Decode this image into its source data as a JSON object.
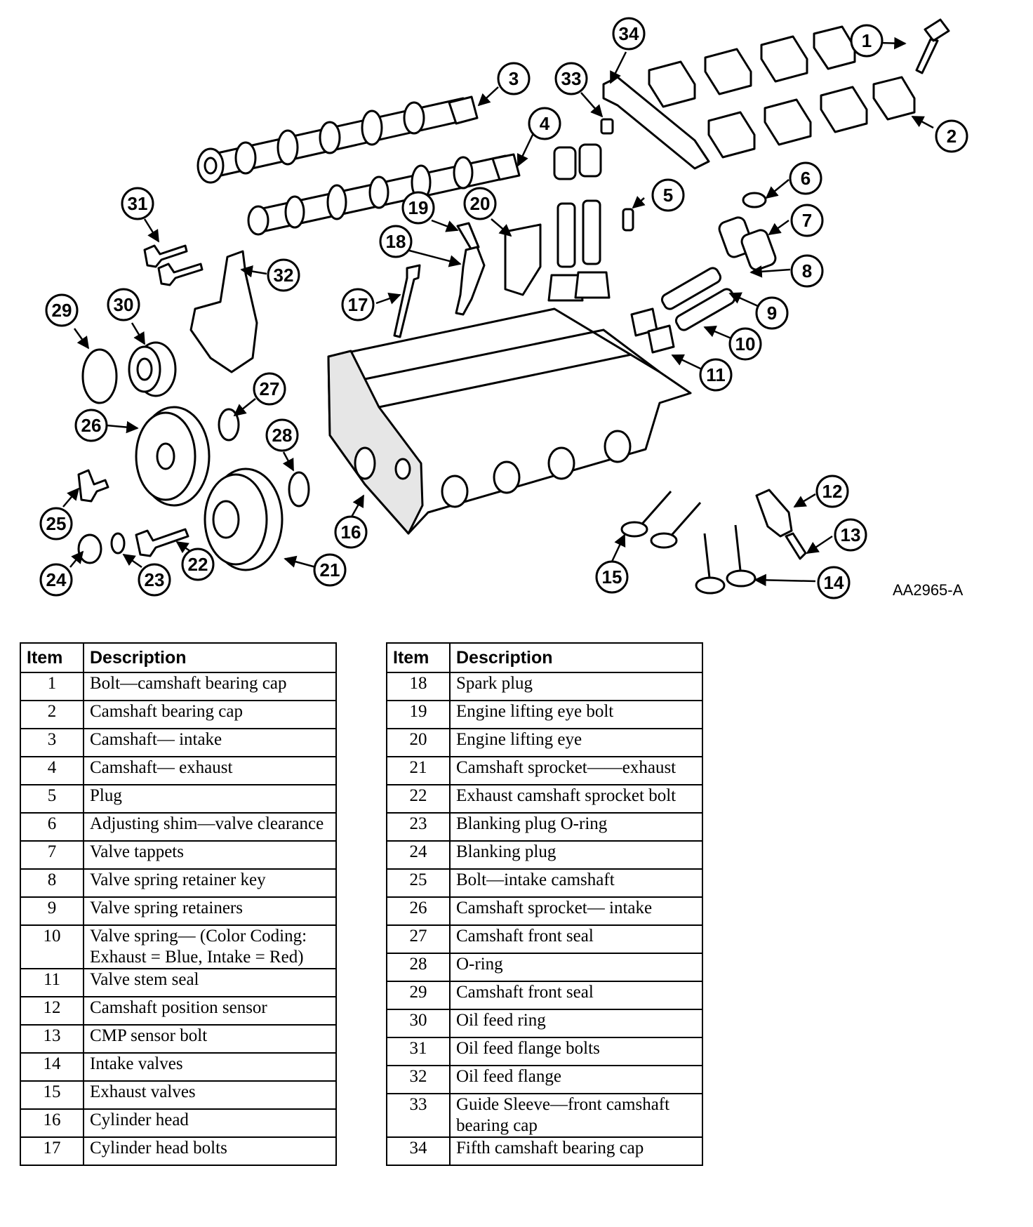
{
  "figure_code": "AA2965-A",
  "tables": {
    "left": {
      "headers": [
        "Item",
        "Description"
      ],
      "rows": [
        {
          "item": "1",
          "desc": "Bolt—camshaft bearing cap"
        },
        {
          "item": "2",
          "desc": "Camshaft bearing cap"
        },
        {
          "item": "3",
          "desc": "Camshaft— intake"
        },
        {
          "item": "4",
          "desc": "Camshaft— exhaust"
        },
        {
          "item": "5",
          "desc": "Plug"
        },
        {
          "item": "6",
          "desc": "Adjusting shim—valve clearance"
        },
        {
          "item": "7",
          "desc": "Valve tappets"
        },
        {
          "item": "8",
          "desc": "Valve spring retainer key"
        },
        {
          "item": "9",
          "desc": "Valve spring retainers"
        },
        {
          "item": "10",
          "desc": "Valve spring— (Color Coding: Exhaust = Blue, Intake = Red)"
        },
        {
          "item": "11",
          "desc": "Valve stem seal"
        },
        {
          "item": "12",
          "desc": "Camshaft position sensor"
        },
        {
          "item": "13",
          "desc": "CMP sensor bolt"
        },
        {
          "item": "14",
          "desc": "Intake valves"
        },
        {
          "item": "15",
          "desc": "Exhaust valves"
        },
        {
          "item": "16",
          "desc": "Cylinder head"
        },
        {
          "item": "17",
          "desc": "Cylinder head bolts"
        }
      ]
    },
    "right": {
      "headers": [
        "Item",
        "Description"
      ],
      "rows": [
        {
          "item": "18",
          "desc": "Spark plug"
        },
        {
          "item": "19",
          "desc": "Engine lifting eye bolt"
        },
        {
          "item": "20",
          "desc": "Engine lifting eye"
        },
        {
          "item": "21",
          "desc": "Camshaft sprocket——exhaust"
        },
        {
          "item": "22",
          "desc": "Exhaust camshaft sprocket bolt"
        },
        {
          "item": "23",
          "desc": "Blanking plug O-ring"
        },
        {
          "item": "24",
          "desc": "Blanking plug"
        },
        {
          "item": "25",
          "desc": "Bolt—intake camshaft"
        },
        {
          "item": "26",
          "desc": "Camshaft sprocket— intake"
        },
        {
          "item": "27",
          "desc": "Camshaft front seal"
        },
        {
          "item": "28",
          "desc": "O-ring"
        },
        {
          "item": "29",
          "desc": "Camshaft front seal"
        },
        {
          "item": "30",
          "desc": "Oil feed ring"
        },
        {
          "item": "31",
          "desc": "Oil feed flange bolts"
        },
        {
          "item": "32",
          "desc": "Oil feed flange"
        },
        {
          "item": "33",
          "desc": "Guide Sleeve—front camshaft bearing cap"
        },
        {
          "item": "34",
          "desc": "Fifth camshaft bearing cap"
        }
      ]
    }
  },
  "callouts": [
    "1",
    "2",
    "3",
    "4",
    "5",
    "6",
    "7",
    "8",
    "9",
    "10",
    "11",
    "12",
    "13",
    "14",
    "15",
    "16",
    "17",
    "18",
    "19",
    "20",
    "21",
    "22",
    "23",
    "24",
    "25",
    "26",
    "27",
    "28",
    "29",
    "30",
    "31",
    "32",
    "33",
    "34"
  ]
}
